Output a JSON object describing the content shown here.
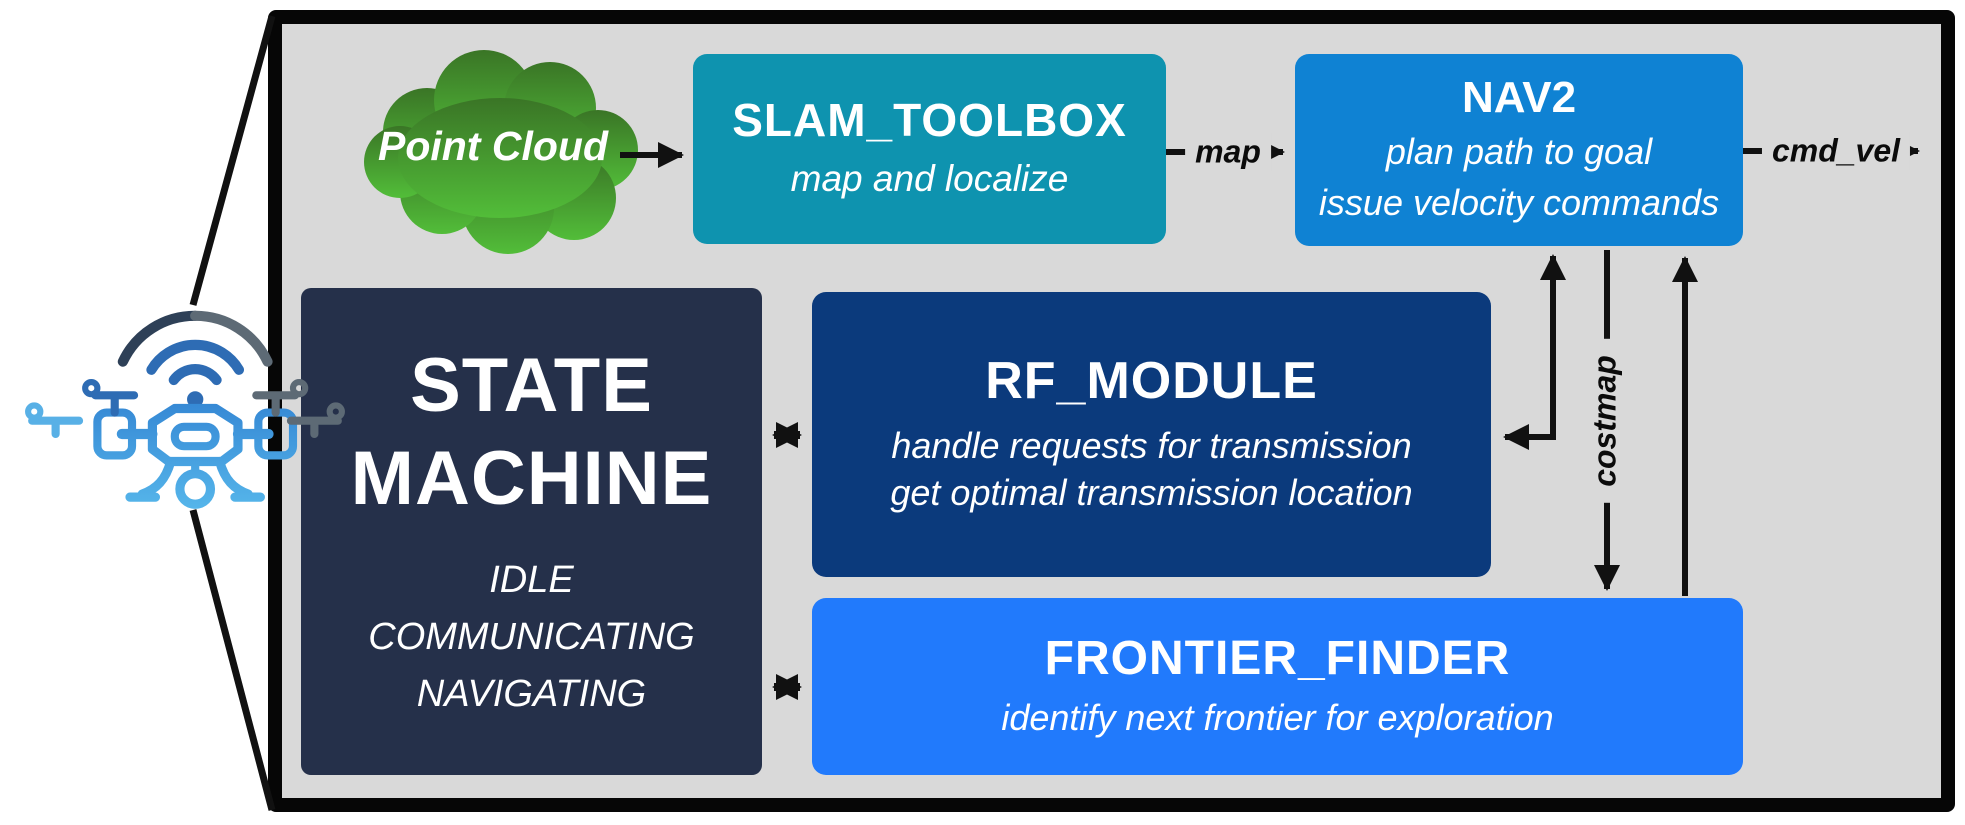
{
  "diagram": {
    "panel_bg": "#d9d9d9",
    "border_color": "#060606",
    "arrow_color": "#111111"
  },
  "drone": {
    "icon": "quadcopter-wifi-drone-icon"
  },
  "nodes": {
    "point_cloud": {
      "label": "Point Cloud",
      "gradient_top": "#3a7526",
      "gradient_bottom": "#52bd39"
    },
    "slam_toolbox": {
      "title": "SLAM_TOOLBOX",
      "subtitle": "map and localize",
      "color": "#0e93af"
    },
    "nav2": {
      "title": "NAV2",
      "subtitle1": "plan path to goal",
      "subtitle2": "issue velocity commands",
      "color": "#0f82d3"
    },
    "state_machine": {
      "title1": "STATE",
      "title2": "MACHINE",
      "states": [
        "IDLE",
        "COMMUNICATING",
        "NAVIGATING"
      ],
      "color": "#25304a"
    },
    "rf_module": {
      "title": "RF_MODULE",
      "subtitle1": "handle requests for transmission",
      "subtitle2": "get optimal transmission location",
      "color": "#0b3a7c"
    },
    "frontier_finder": {
      "title": "FRONTIER_FINDER",
      "subtitle": "identify next frontier for exploration",
      "color": "#217afc"
    }
  },
  "edge_labels": {
    "map": "map",
    "cmd_vel": "cmd_vel",
    "costmap": "costmap"
  }
}
